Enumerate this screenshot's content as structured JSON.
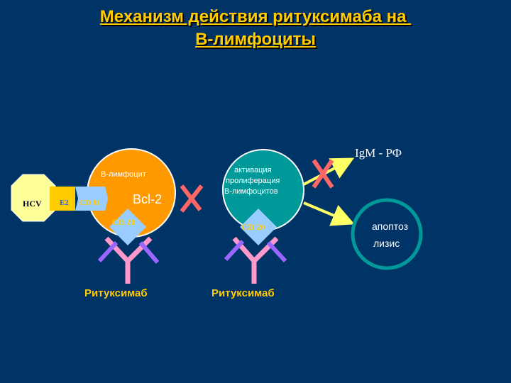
{
  "title": {
    "line1": "Механизм действия ритуксимаба на ",
    "line2": "В-лимфоциты"
  },
  "labels": {
    "hcv": "HCV",
    "e2": "E2",
    "cd81": "CD 81",
    "b_lymphocyte": "В-лимфоцит",
    "bcl2": "Bcl-2",
    "cd20_left": "CD 20",
    "cd20_right": "CD 20",
    "activation_1": "активация",
    "activation_2": "пролиферация",
    "activation_3": "В-лимфоцитов",
    "igm": "IgM - РФ",
    "apoptosis_1": "апоптоз",
    "apoptosis_2": "лизис",
    "rituximab_left": "Ритуксимаб",
    "rituximab_right": "Ритуксимаб"
  },
  "colors": {
    "background": "#003366",
    "title": "#FFCC00",
    "cell_left": "#FF9900",
    "cell_right": "#009999",
    "apoptosis_ring": "#009999",
    "arrow": "#FFFF66",
    "cross": "#FF6666",
    "cd20": "#99CCFF",
    "antibody_pink": "#FF99CC",
    "antibody_violet": "#9966FF",
    "hcv": "#FFFF99",
    "e2": "#FFCC00",
    "cd81": "#99CCFF"
  }
}
